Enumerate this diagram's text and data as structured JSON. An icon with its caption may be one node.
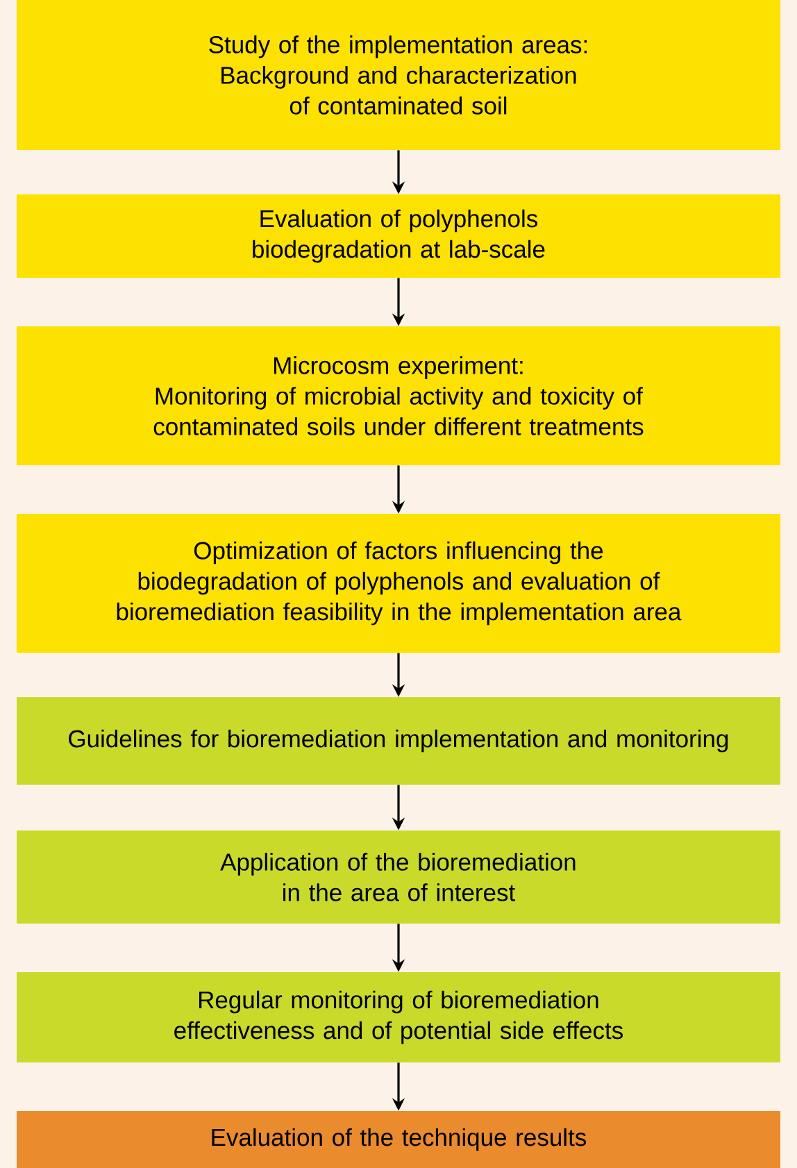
{
  "diagram": {
    "nodes": [
      {
        "text": [
          "Study of the implementation areas:",
          "Background and characterization of contaminated soil"
        ]
      },
      {
        "text": [
          "Evaluation of polyphenols biodegradation at lab-scale"
        ]
      },
      {
        "text": [
          "Microcosm experiment:",
          "Monitoring of microbial activity and toxicity of contaminated soils under different treatments"
        ]
      },
      {
        "text": [
          "Optimization of factors influencing the biodegradation of polyphenols and evaluation of bioremediation feasibility in the implementation area"
        ]
      },
      {
        "text": [
          "Guidelines for bioremediation implementation and monitoring"
        ]
      },
      {
        "text": [
          "Application of the bioremediation in the area of interest"
        ]
      },
      {
        "text": [
          "Regular monitoring of bioremediation effectiveness and of potential side effects"
        ]
      },
      {
        "text": [
          "Evaluation of the technique results"
        ]
      }
    ],
    "edges": [
      {
        "from": 0,
        "to": 1,
        "arrow": "to"
      },
      {
        "from": 1,
        "to": 2,
        "arrow": "to"
      },
      {
        "from": 2,
        "to": 3,
        "arrow": "to"
      },
      {
        "from": 3,
        "to": 4,
        "arrow": "to"
      },
      {
        "from": 4,
        "to": 5,
        "arrow": "to"
      },
      {
        "from": 5,
        "to": 6,
        "arrow": "to"
      },
      {
        "from": 6,
        "to": 7,
        "arrow": "to"
      }
    ]
  }
}
